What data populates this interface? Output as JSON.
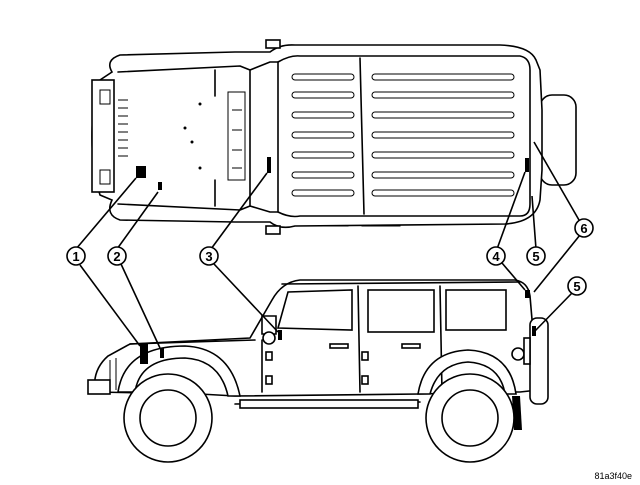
{
  "figure_code": "81a3f40e",
  "callouts": [
    {
      "id": "c1",
      "label": "1"
    },
    {
      "id": "c2",
      "label": "2"
    },
    {
      "id": "c3",
      "label": "3"
    },
    {
      "id": "c4",
      "label": "4"
    },
    {
      "id": "c5a",
      "label": "5"
    },
    {
      "id": "c5b",
      "label": "5"
    },
    {
      "id": "c6",
      "label": "6"
    }
  ]
}
